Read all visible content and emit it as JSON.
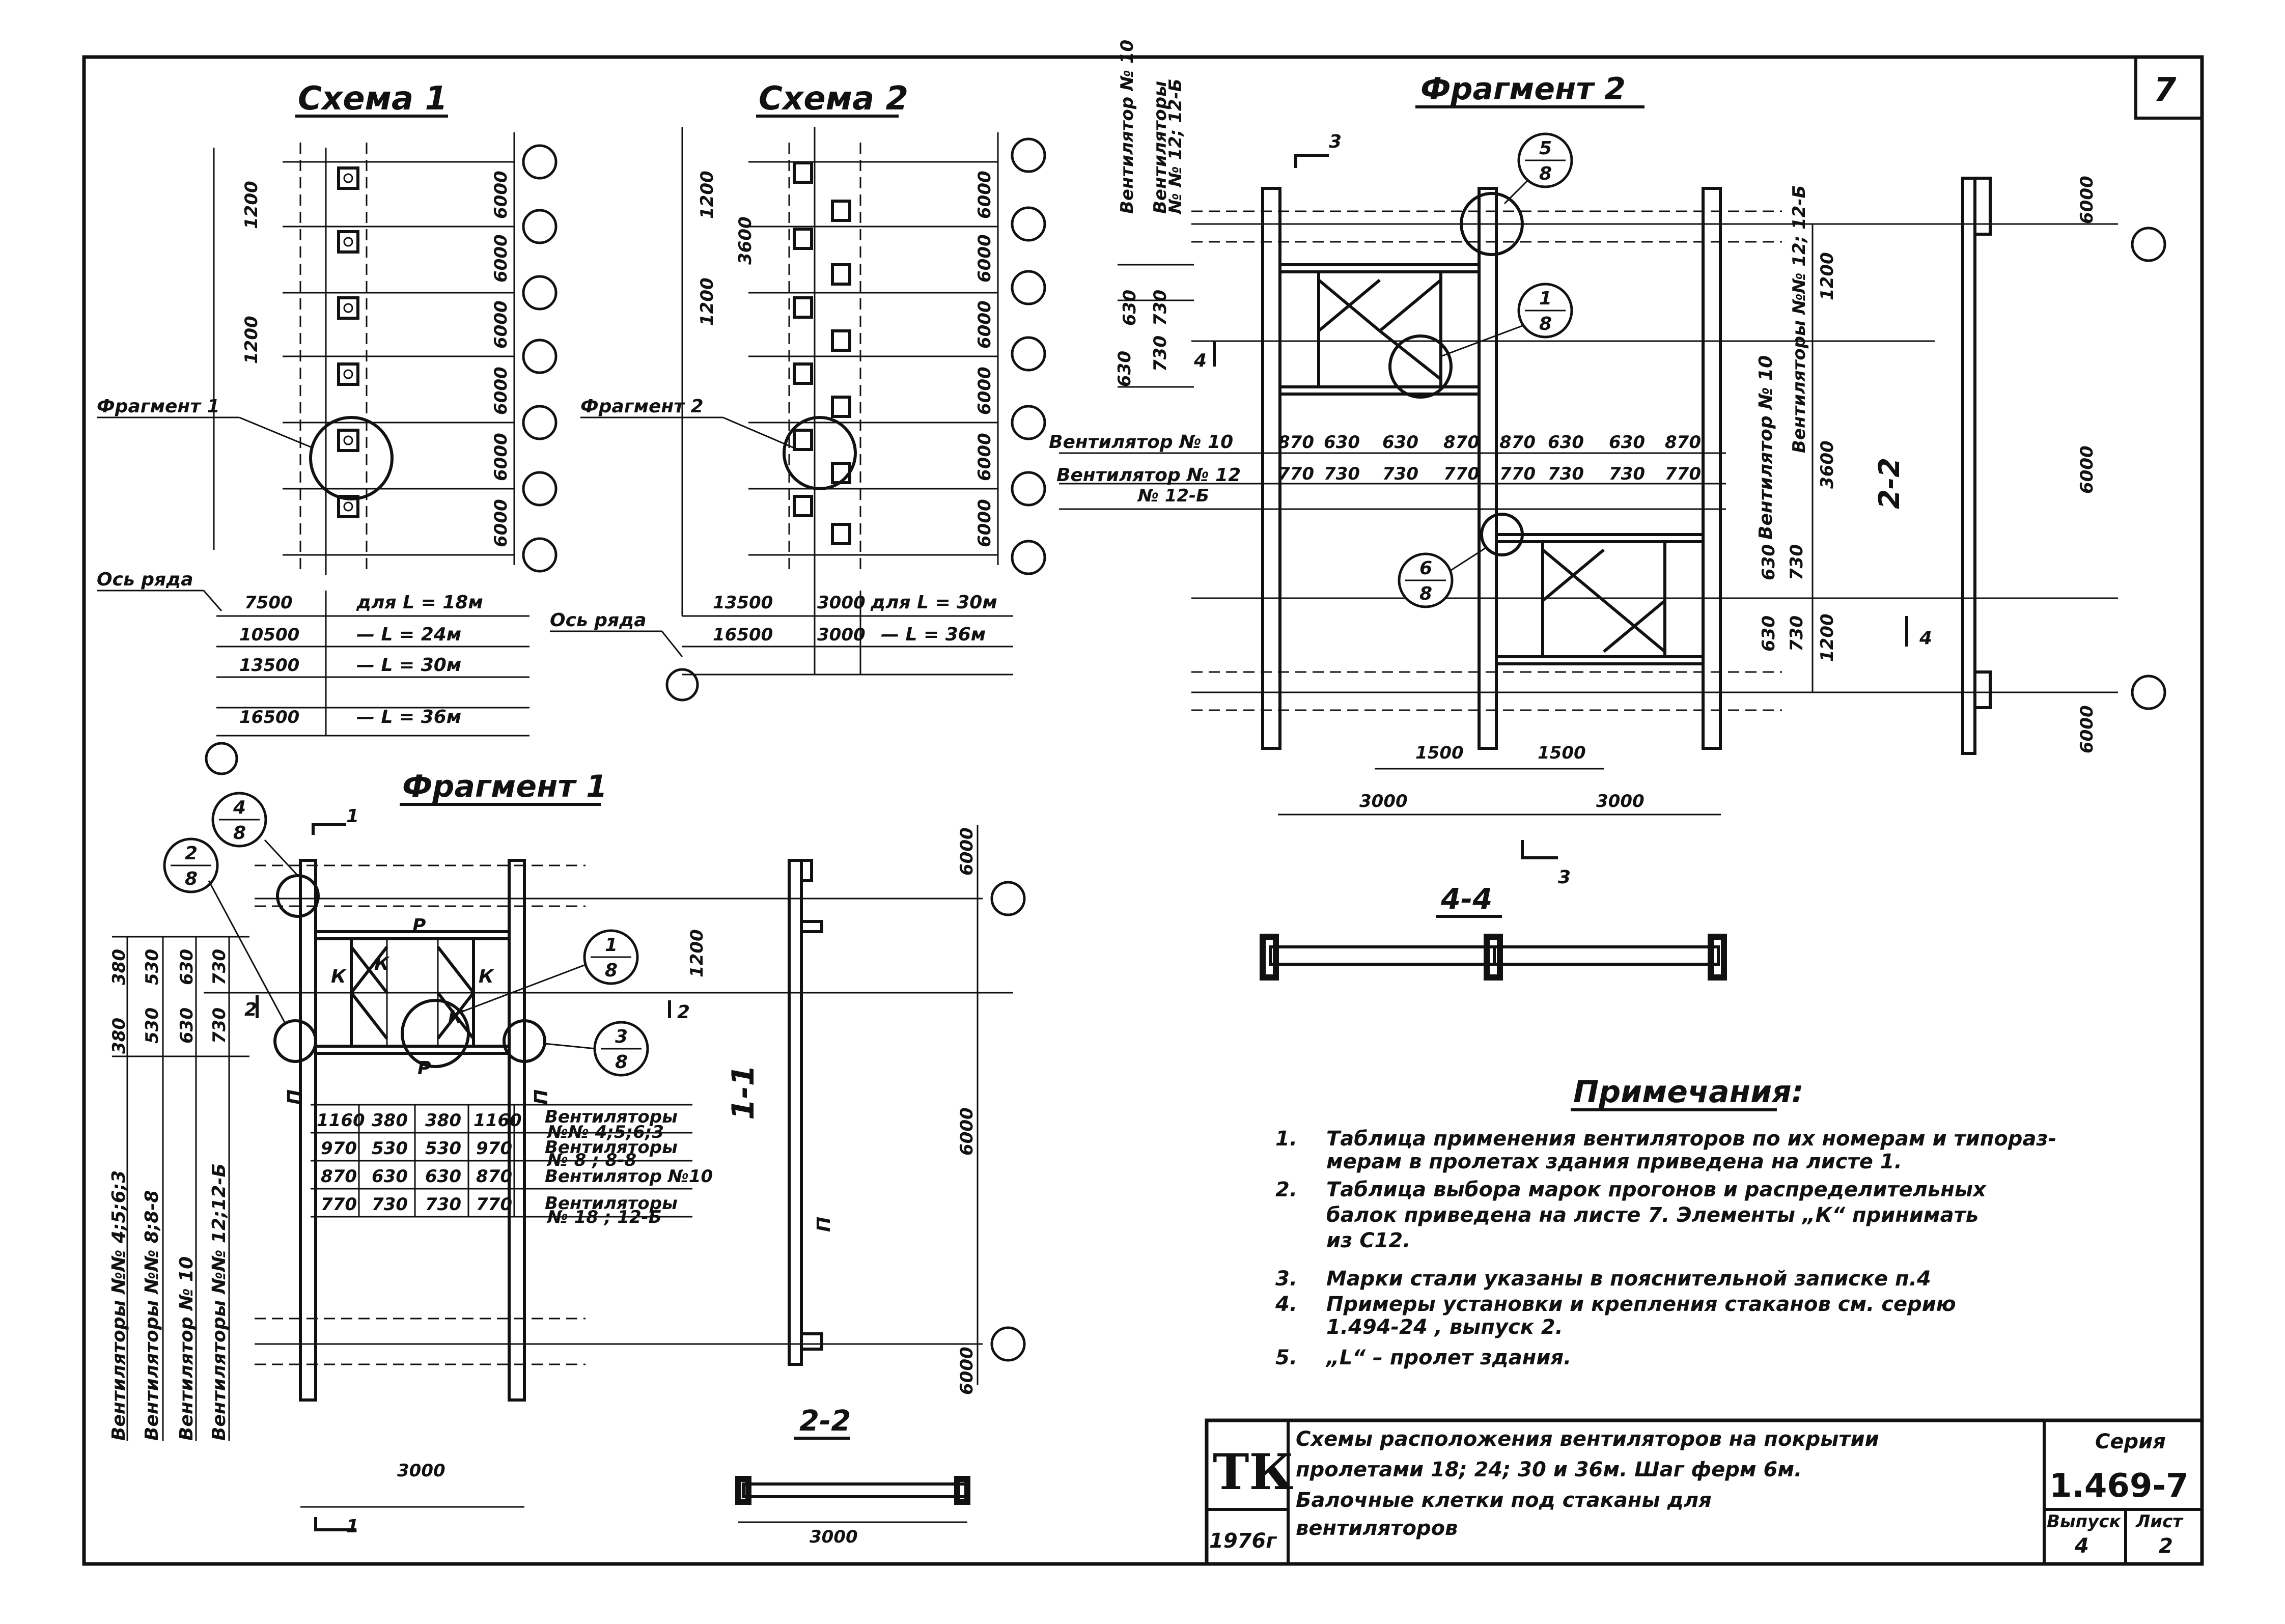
{
  "sheet": {
    "sheet_number": "7",
    "fragment2_title": "Фрагмент 2",
    "scheme1_title": "Схема 1",
    "scheme2_title": "Схема 2",
    "fragment1_title": "Фрагмент 1",
    "fragment1_ref": "Фрагмент 1",
    "fragment2_ref": "Фрагмент 2",
    "row_axis_1": "Ось ряда",
    "row_axis_2": "Ось ряда"
  },
  "scheme1": {
    "rows": [
      {
        "dim": "7500",
        "text": "для  L = 18м"
      },
      {
        "dim": "10500",
        "text": "—  L = 24м"
      },
      {
        "dim": "13500",
        "text": "—  L = 30м"
      },
      {
        "dim": "16500",
        "text": "—  L = 36м"
      }
    ],
    "bay_dims": [
      "6000",
      "6000",
      "6000",
      "6000",
      "6000",
      "6000"
    ],
    "side_dims": [
      "1200",
      "1200"
    ]
  },
  "scheme2": {
    "rows": [
      {
        "dim": "13500",
        "dim2": "3000",
        "text": "для  L = 30м"
      },
      {
        "dim": "16500",
        "dim2": "3000",
        "text": "—  L = 36м"
      }
    ],
    "bay_dims": [
      "6000",
      "6000",
      "6000",
      "6000",
      "6000",
      "6000"
    ],
    "side_dims": [
      "1200",
      "3600",
      "1200"
    ]
  },
  "fragment1": {
    "callouts": [
      {
        "num": "4",
        "den": "8"
      },
      {
        "num": "2",
        "den": "8"
      },
      {
        "num": "1",
        "den": "8"
      },
      {
        "num": "3",
        "den": "8"
      }
    ],
    "section_marks": [
      "1",
      "2",
      "2",
      "1"
    ],
    "left_dims_cols": [
      [
        "380",
        "380"
      ],
      [
        "530",
        "530"
      ],
      [
        "630",
        "630"
      ],
      [
        "730",
        "730"
      ]
    ],
    "fan_labels": [
      "Вентиляторы №№ 4;5;6;3",
      "Вентиляторы №№ 8;8-8",
      "Вентилятор № 10",
      "Вентиляторы №№ 12;12-Б"
    ],
    "table_rows": [
      {
        "cells": [
          "1160",
          "380",
          "380",
          "1160"
        ],
        "label": "Вентиляторы",
        "sub": "№№ 4;5;6;3"
      },
      {
        "cells": [
          "970",
          "530",
          "530",
          "970"
        ],
        "label": "Вентиляторы",
        "sub": "№ 8 ; 8-8"
      },
      {
        "cells": [
          "870",
          "630",
          "630",
          "870"
        ],
        "label": "Вентилятор №10",
        "sub": ""
      },
      {
        "cells": [
          "770",
          "730",
          "730",
          "770"
        ],
        "label": "Вентиляторы",
        "sub": "№ 18 ; 12-Б"
      }
    ],
    "bottom_dim": "3000",
    "right_dims": [
      "6000",
      "1200",
      "6000",
      "6000"
    ],
    "p_marks": [
      "P",
      "P"
    ],
    "k_marks": [
      "К",
      "К",
      "К",
      "К"
    ],
    "n_marks": [
      "П",
      "П",
      "П"
    ],
    "section_11": "1-1",
    "section_22_label": "2-2",
    "section_22_dim": "3000"
  },
  "fragment2": {
    "callouts": [
      {
        "num": "5",
        "den": "8"
      },
      {
        "num": "1",
        "den": "8"
      },
      {
        "num": "6",
        "den": "8"
      }
    ],
    "fan_row_10": {
      "label": "Вентилятор № 10",
      "cells": [
        "870",
        "630",
        "630",
        "870",
        "870",
        "630",
        "630",
        "870"
      ]
    },
    "fan_row_12": {
      "label": "Вентилятор № 12",
      "sub": "№ 12-Б",
      "cells": [
        "770",
        "730",
        "730",
        "770",
        "770",
        "730",
        "730",
        "770"
      ]
    },
    "left_vertical": [
      "Вентилятор № 10",
      "Вентиляторы",
      "№ № 12; 12-Б"
    ],
    "left_dims": [
      "630",
      "630",
      "730",
      "730"
    ],
    "right_vertical": [
      "Вентилятор № 10",
      "Вентиляторы №№ 12; 12-Б"
    ],
    "right_dims": [
      "1200",
      "3600",
      "1200",
      "630",
      "630",
      "730",
      "730"
    ],
    "half_dims": [
      "1500",
      "1500"
    ],
    "bottom_dims": [
      "3000",
      "3000"
    ],
    "section_44": "4-4",
    "section_22": "2-2",
    "axis_dims": [
      "6000",
      "6000",
      "6000"
    ],
    "marks": [
      "3",
      "4",
      "4",
      "3"
    ]
  },
  "notes": {
    "heading": "Примечания:",
    "items": [
      {
        "n": "1.",
        "lines": [
          "Таблица применения вентиляторов по их номерам и типораз-",
          "мерам в пролетах здания приведена на листе 1."
        ]
      },
      {
        "n": "2.",
        "lines": [
          "Таблица выбора марок прогонов и распределительных",
          "балок приведена  на листе 7.  Элементы „К“ принимать",
          "из С12."
        ]
      },
      {
        "n": "3.",
        "lines": [
          "Марки стали указаны в пояснительной записке  п.4"
        ]
      },
      {
        "n": "4.",
        "lines": [
          "Примеры установки и крепления  стаканов  см.  серию",
          "1.494-24 , выпуск 2."
        ]
      },
      {
        "n": "5.",
        "lines": [
          "„L“ – пролет здания."
        ]
      }
    ]
  },
  "stamp": {
    "org": "ТК",
    "year": "1976г",
    "title_lines": [
      "Схемы расположения вентиляторов на покрытии",
      "пролетами 18; 24; 30 и 36м. Шаг ферм 6м.",
      "Балочные  клетки под стаканы для",
      "вентиляторов"
    ],
    "series_label": "Серия",
    "series_value": "1.469-7",
    "issue_label": "Выпуск",
    "issue_value": "4",
    "sheet_label": "Лист",
    "sheet_value": "2"
  }
}
